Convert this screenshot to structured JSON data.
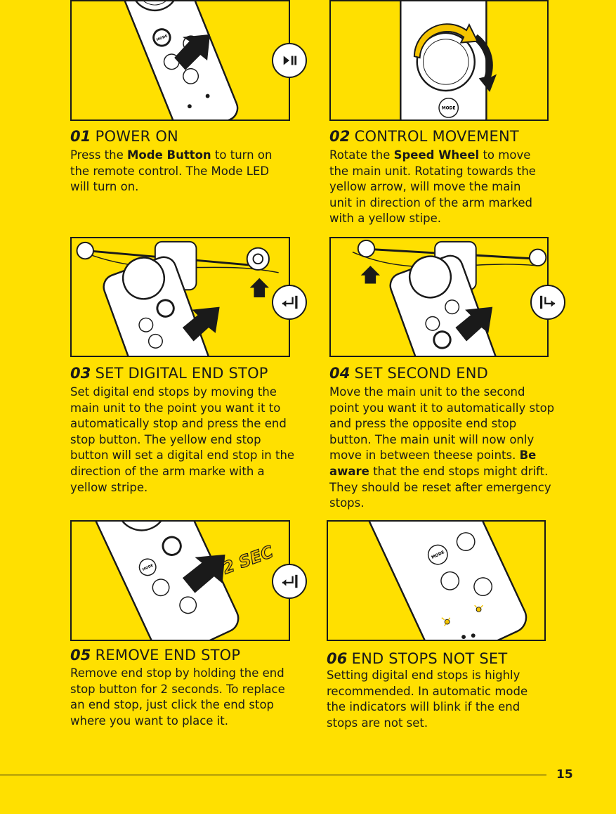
{
  "steps": [
    {
      "num": "01",
      "title": "POWER ON",
      "body": [
        {
          "t": "Press the "
        },
        {
          "t": "Mode Button",
          "b": true
        },
        {
          "t": " to turn on the remote control. The Mode LED will turn on."
        }
      ],
      "icon": "play-pause-icon"
    },
    {
      "num": "02",
      "title": "CONTROL MOVEMENT",
      "body": [
        {
          "t": "Rotate the "
        },
        {
          "t": "Speed Wheel",
          "b": true
        },
        {
          "t": " to move the main unit. Rotating towards the yellow arrow, will move the main unit in direction of the arm marked with a yellow stipe."
        }
      ]
    },
    {
      "num": "03",
      "title": "SET DIGITAL END STOP",
      "body": [
        {
          "t": "Set digital end stops by moving the main unit to the point you want it to automatically stop and press the end stop button. The yellow end stop button will set a digital end stop in the direction of the arm marke with a yellow stripe."
        }
      ],
      "icon": "end-stop-right-icon"
    },
    {
      "num": "04",
      "title": "SET SECOND END",
      "body": [
        {
          "t": "Move the main unit to the second point you want it to automatically stop and press the opposite end stop button. The main unit will now only move in between theese points. "
        },
        {
          "t": "Be aware",
          "b": true
        },
        {
          "t": " that the end stops might drift. They should be reset after emergency stops."
        }
      ],
      "icon": "end-stop-left-icon"
    },
    {
      "num": "05",
      "title": "REMOVE END STOP",
      "body": [
        {
          "t": "Remove end stop by holding the end stop button for 2 seconds. To replace an end stop, just click the end stop where you want to place it."
        }
      ],
      "icon": "end-stop-right-icon",
      "overlay": "2 SEC"
    },
    {
      "num": "06",
      "title": "END STOPS NOT SET",
      "body": [
        {
          "t": "Setting digital end stops is highly recommended. In automatic mode the indicators will  blink if the end stops are not set."
        }
      ]
    }
  ],
  "remote_labels": {
    "mode": "MODE",
    "wheel_arrows": "◂▸"
  },
  "page_number": "15",
  "colors": {
    "background": "#FFE000",
    "ink": "#1a1a1a",
    "accent": "#F5C400"
  }
}
